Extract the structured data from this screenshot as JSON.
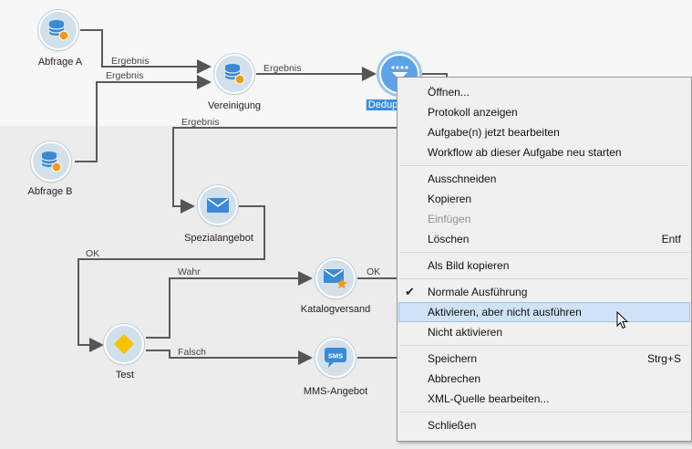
{
  "workflow": {
    "nodes": {
      "abfrage_a": "Abfrage A",
      "abfrage_b": "Abfrage B",
      "vereinigung": "Vereinigung",
      "dedup": "Dedup",
      "spezialangebot": "Spezialangebot",
      "katalogversand": "Katalogversand",
      "test": "Test",
      "mms": "MMS-Angebot"
    },
    "mms_icon_text": "SMS",
    "edges": {
      "ergebnis_a": "Ergebnis",
      "ergebnis_b": "Ergebnis",
      "ergebnis_ver": "Ergebnis",
      "ergebnis_dedup": "Ergebnis",
      "ok_spezial": "OK",
      "wahr": "Wahr",
      "ok_katalog": "OK",
      "falsch": "Falsch"
    },
    "colors": {
      "node_bg": "#d2e0ec",
      "icon_blue": "#3a8ad6",
      "accent_orange": "#f29a1a",
      "test_yellow": "#f7c200",
      "selected": "#3b8fde"
    }
  },
  "context_menu": {
    "items": [
      {
        "label": "Öffnen...",
        "shortcut": "",
        "disabled": false
      },
      {
        "label": "Protokoll anzeigen",
        "shortcut": "",
        "disabled": false
      },
      {
        "label": "Aufgabe(n) jetzt bearbeiten",
        "shortcut": "",
        "disabled": false
      },
      {
        "label": "Workflow ab dieser Aufgabe neu starten",
        "shortcut": "",
        "disabled": false
      },
      {
        "label": "Ausschneiden",
        "shortcut": "",
        "disabled": false
      },
      {
        "label": "Kopieren",
        "shortcut": "",
        "disabled": false
      },
      {
        "label": "Einfügen",
        "shortcut": "",
        "disabled": true
      },
      {
        "label": "Löschen",
        "shortcut": "Entf",
        "disabled": false
      },
      {
        "label": "Als Bild kopieren",
        "shortcut": "",
        "disabled": false
      },
      {
        "label": "Normale Ausführung",
        "shortcut": "",
        "disabled": false,
        "checked": true
      },
      {
        "label": "Aktivieren, aber nicht ausführen",
        "shortcut": "",
        "disabled": false,
        "highlighted": true
      },
      {
        "label": "Nicht aktivieren",
        "shortcut": "",
        "disabled": false
      },
      {
        "label": "Speichern",
        "shortcut": "Strg+S",
        "disabled": false
      },
      {
        "label": "Abbrechen",
        "shortcut": "",
        "disabled": false
      },
      {
        "label": "XML-Quelle bearbeiten...",
        "shortcut": "",
        "disabled": false
      },
      {
        "label": "Schließen",
        "shortcut": "",
        "disabled": false
      }
    ]
  }
}
